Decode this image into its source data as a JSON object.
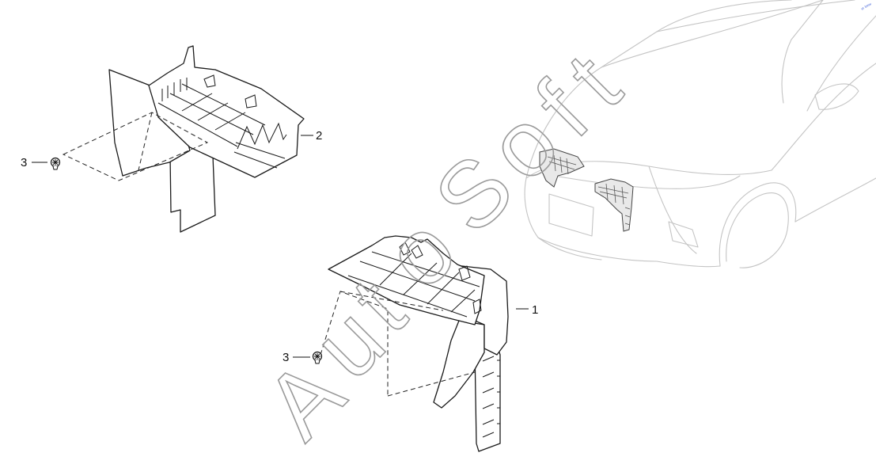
{
  "callouts": {
    "part1": "1",
    "part2": "2",
    "part3_upper": "3",
    "part3_lower": "3"
  },
  "watermark": {
    "text": "AutoSoft",
    "letters": [
      "A",
      "u",
      "t",
      "o",
      "S",
      "o",
      "f",
      "t"
    ],
    "color": "#9a9a9a"
  },
  "corner_mark": "ᵉᵗ ᵇᵐʷ",
  "colors": {
    "line": "#1a1a1a",
    "vehicle_outline": "#c4c4c4",
    "highlight_parts": "#444444"
  },
  "icons": {
    "clip": "push-clip-icon"
  }
}
